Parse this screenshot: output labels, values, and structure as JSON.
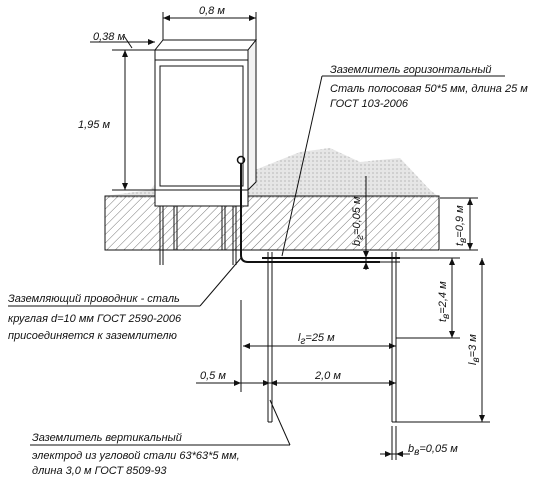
{
  "dimensions": {
    "cabinet_width": "0,8 м",
    "roof_offset": "0,38 м",
    "cabinet_height": "1,95 м",
    "depth_top": "b",
    "depth_top_sub": "г",
    "depth_top_val": "=0,05 м",
    "t_depth": "t",
    "t_depth_sub": "в",
    "t_depth_val": "=0,9 м",
    "t_vertical": "t",
    "t_vertical_sub": "в",
    "t_vertical_val": "=2,4 м",
    "l_vertical": "l",
    "l_vertical_sub": "в",
    "l_vertical_val": "=3 м",
    "l_horizontal": "l",
    "l_horizontal_sub": "г",
    "l_horizontal_val": "=25 м",
    "offset_05": "0,5 м",
    "spacing_20": "2,0 м",
    "b_vertical": "b",
    "b_vertical_sub": "в",
    "b_vertical_val": "=0,05 м"
  },
  "labels": {
    "horizontal_earth_title": "Заземлитель горизонтальный",
    "horizontal_earth_l1": "Сталь полосовая 50*5 мм, длина 25 м",
    "horizontal_earth_l2": "ГОСТ 103-2006",
    "conductor_l1": "Заземляющий проводник - сталь",
    "conductor_l2": "круглая d=10 мм ГОСТ 2590-2006",
    "conductor_l3": "присоединяется к заземлителю",
    "vertical_earth_title": "Заземлитель вертикальный",
    "vertical_earth_l1": "электрод из угловой стали 63*63*5 мм,",
    "vertical_earth_l2": "длина 3,0 м ГОСТ 8509-93"
  }
}
